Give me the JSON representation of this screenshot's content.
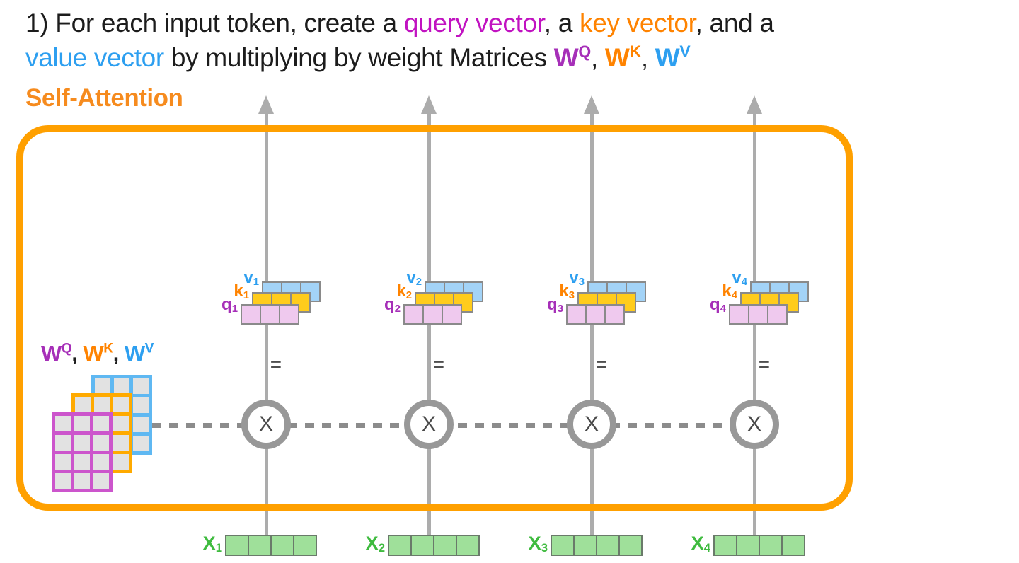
{
  "section_label": "Self-Attention",
  "title": {
    "line1": [
      {
        "text": "1) For each input token, create a ",
        "color": "#1C1C1C"
      },
      {
        "text": "query vector",
        "color": "#C113C1"
      },
      {
        "text": ", a ",
        "color": "#1C1C1C"
      },
      {
        "text": "key vector",
        "color": "#FF8300"
      },
      {
        "text": ", and a",
        "color": "#1C1C1C"
      }
    ],
    "line2": [
      {
        "text": "value vector",
        "color": "#2D9FF0"
      },
      {
        "text": " by multiplying by weight Matrices ",
        "color": "#1C1C1C"
      },
      {
        "text": "W",
        "sup": "Q",
        "color": "#A62FB8",
        "bold": true
      },
      {
        "text": ", ",
        "color": "#1C1C1C"
      },
      {
        "text": "W",
        "sup": "K",
        "color": "#FF8300",
        "bold": true
      },
      {
        "text": ", ",
        "color": "#1C1C1C"
      },
      {
        "text": "W",
        "sup": "V",
        "color": "#2D9FF0",
        "bold": true
      }
    ]
  },
  "weights_label": [
    {
      "text": "W",
      "sup": "Q",
      "color": "#A62FB8",
      "bold": true
    },
    {
      "text": ", ",
      "color": "#1C1C1C"
    },
    {
      "text": "W",
      "sup": "K",
      "color": "#FF8300",
      "bold": true
    },
    {
      "text": ", ",
      "color": "#1C1C1C"
    },
    {
      "text": "W",
      "sup": "V",
      "color": "#2D9FF0",
      "bold": true
    }
  ],
  "matrices": [
    {
      "name": "value-weight-matrix",
      "border": "#5FB8F2",
      "rows": 4,
      "cols": 3
    },
    {
      "name": "key-weight-matrix",
      "border": "#FFAA00",
      "rows": 4,
      "cols": 3
    },
    {
      "name": "query-weight-matrix",
      "border": "#CC55CC",
      "rows": 4,
      "cols": 3
    }
  ],
  "columns": [
    {
      "v": "v",
      "v_sub": "1",
      "k": "k",
      "k_sub": "1",
      "q": "q",
      "q_sub": "1",
      "x": "X",
      "x_sub": "1"
    },
    {
      "v": "v",
      "v_sub": "2",
      "k": "k",
      "k_sub": "2",
      "q": "q",
      "q_sub": "2",
      "x": "X",
      "x_sub": "2"
    },
    {
      "v": "v",
      "v_sub": "3",
      "k": "k",
      "k_sub": "3",
      "q": "q",
      "q_sub": "3",
      "x": "X",
      "x_sub": "3"
    },
    {
      "v": "v",
      "v_sub": "4",
      "k": "k",
      "k_sub": "4",
      "q": "q",
      "q_sub": "4",
      "x": "X",
      "x_sub": "4"
    }
  ],
  "operator_symbol": "X",
  "equals_symbol": "=",
  "vector_cells": 3,
  "input_cells": 4,
  "colors": {
    "text": "#1C1C1C",
    "query_magenta": "#C113C1",
    "key_orange": "#FF8300",
    "value_blue": "#2D9FF0",
    "w_magenta": "#A62FB8",
    "section_orange": "#F68B1E",
    "frame_orange": "#FFA000",
    "matrix_magenta": "#CC55CC",
    "matrix_orange": "#FFAA00",
    "matrix_blue": "#5FB8F2",
    "matrix_cell": "#E2E2E2",
    "query_fill": "#EFC9EE",
    "key_fill": "#FFCC1C",
    "value_fill": "#A3D3F7",
    "cell_border": "#8A8A8A",
    "input_fill": "#9FE09A",
    "input_border": "#6A7A6A",
    "input_label_green": "#3FBB3F",
    "line_gray": "#ACACAC",
    "circle_gray": "#989898",
    "dash_gray": "#8C8C8C",
    "symbol_gray": "#4A4A4A"
  }
}
